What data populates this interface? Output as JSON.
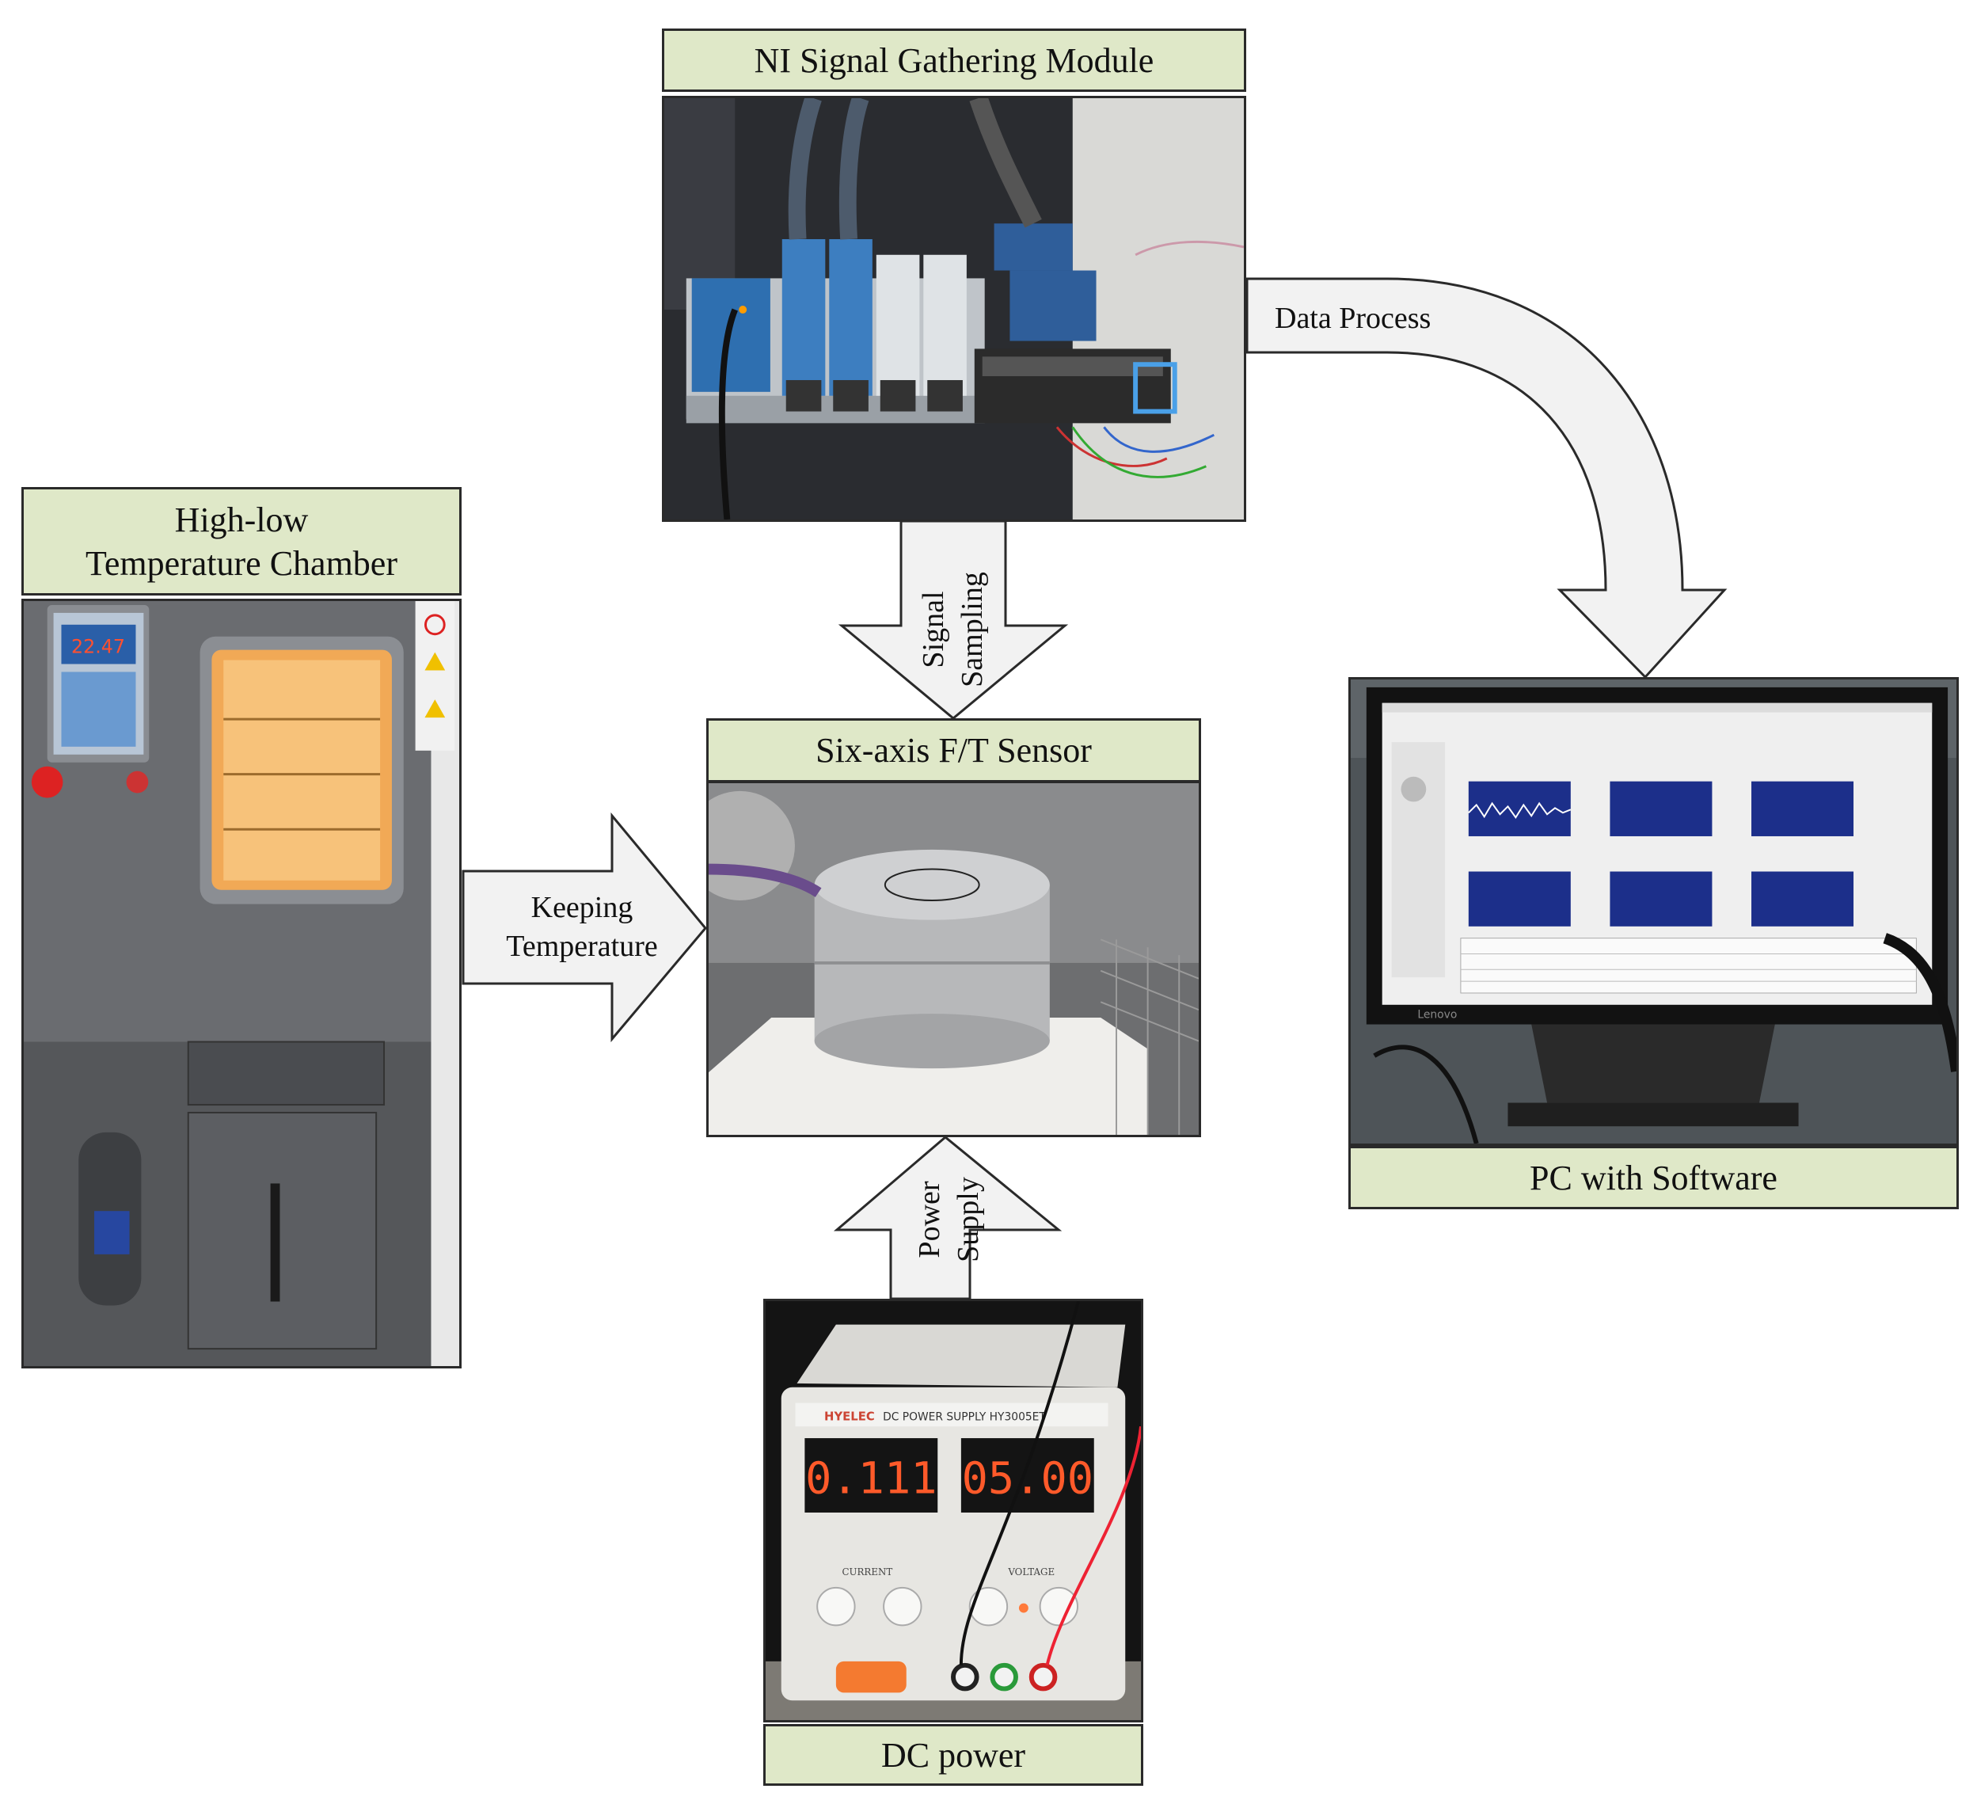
{
  "nodes": {
    "ni_module": {
      "label": "NI Signal Gathering Module"
    },
    "chamber": {
      "label_line1": "High-low",
      "label_line2": "Temperature Chamber",
      "display_reading": "22.47"
    },
    "sensor": {
      "label": "Six-axis F/T Sensor"
    },
    "pc": {
      "label": "PC with Software",
      "brand": "Lenovo"
    },
    "dc_power": {
      "label": "DC power",
      "brand": "HYELEC",
      "model_text": "DC POWER SUPPLY HY3005ET",
      "current_display": "0.111",
      "voltage_display": "05.00",
      "current_knob_label": "CURRENT",
      "voltage_knob_label": "VOLTAGE"
    }
  },
  "edges": {
    "data_process": {
      "label": "Data Process"
    },
    "signal_sampling": {
      "line1": "Signal",
      "line2": "Sampling"
    },
    "keeping_temperature": {
      "line1": "Keeping",
      "line2": "Temperature"
    },
    "power_supply": {
      "line1": "Power",
      "line2": "Supply"
    }
  },
  "colors": {
    "label_fill": "#dfe8c8",
    "arrow_fill": "#f2f2f2",
    "stroke": "#2a2a2a"
  }
}
